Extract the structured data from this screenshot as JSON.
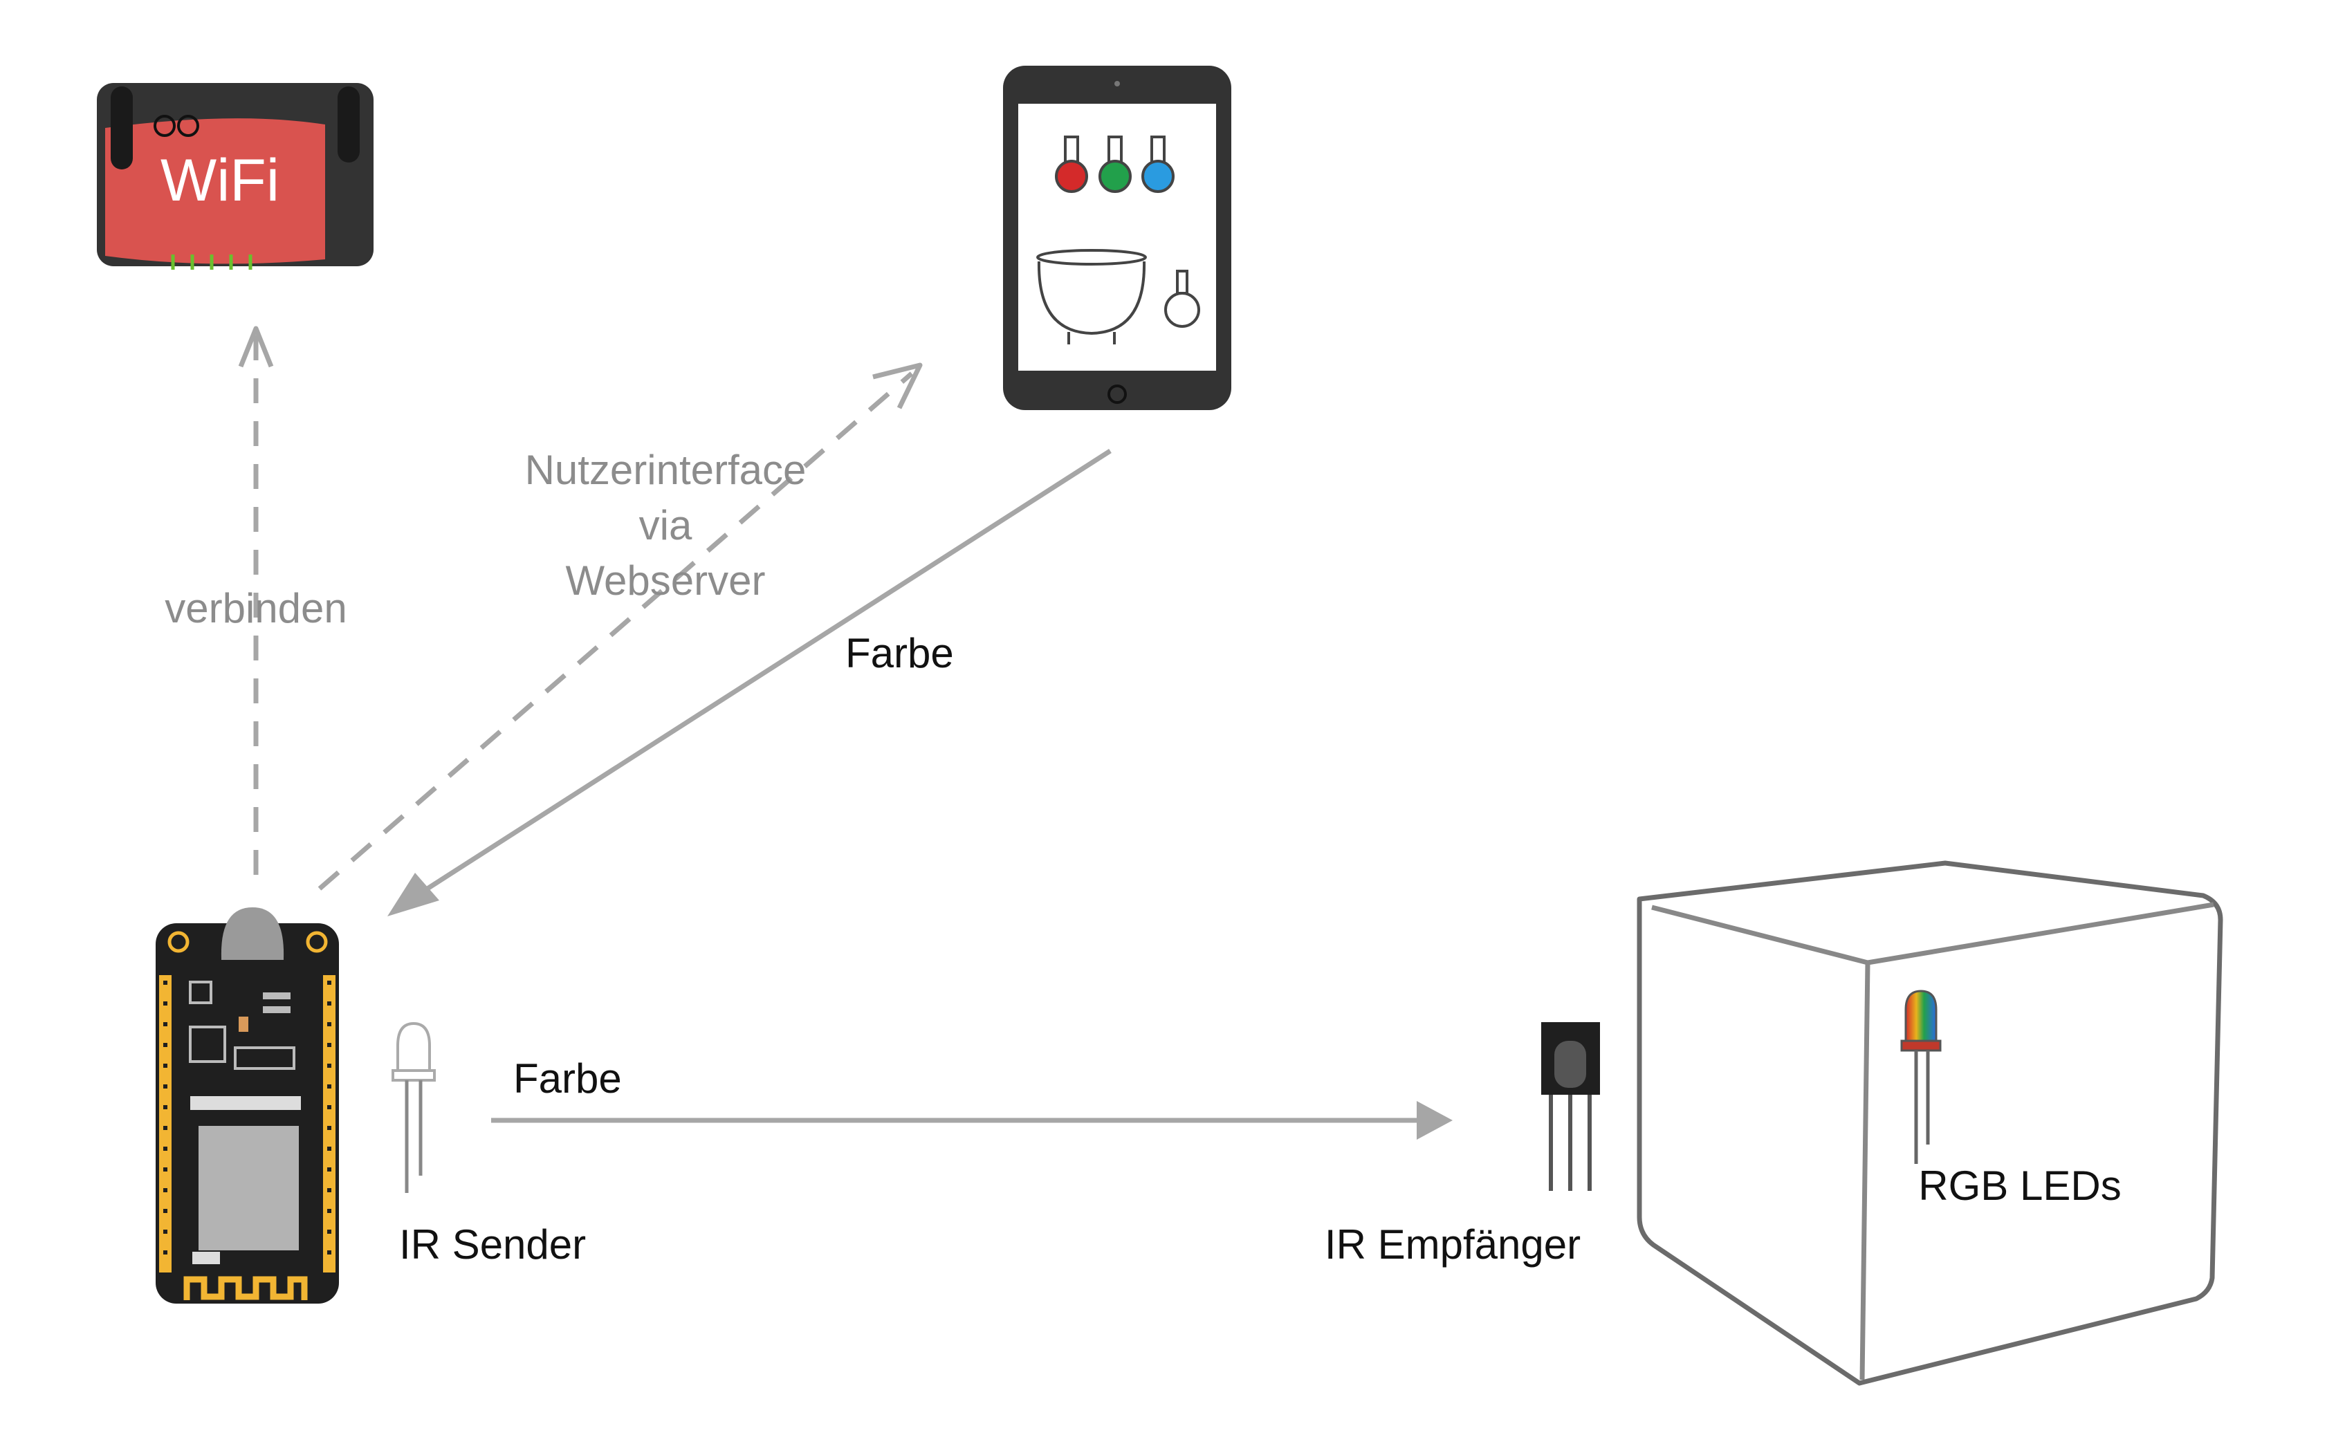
{
  "router": {
    "label": "WiFi"
  },
  "arrows": {
    "connect_label": "verbinden",
    "ui_label_lines": [
      "Nutzerinterface",
      "via",
      "Webserver"
    ],
    "color_label_tablet": "Farbe",
    "color_label_ir": "Farbe"
  },
  "components": {
    "ir_sender_label": "IR Sender",
    "ir_receiver_label": "IR Empfänger",
    "rgb_leds_label": "RGB LEDs"
  },
  "colors": {
    "arrow_gray": "#a6a6a6",
    "label_gray": "#8c8c8c",
    "router_red": "#d9534f",
    "router_body": "#333333",
    "board_black": "#1f1f1f",
    "pin_gold": "#f2b533",
    "flask_red": "#d42a2a",
    "flask_green": "#22a04b",
    "flask_blue": "#2a9be0"
  }
}
